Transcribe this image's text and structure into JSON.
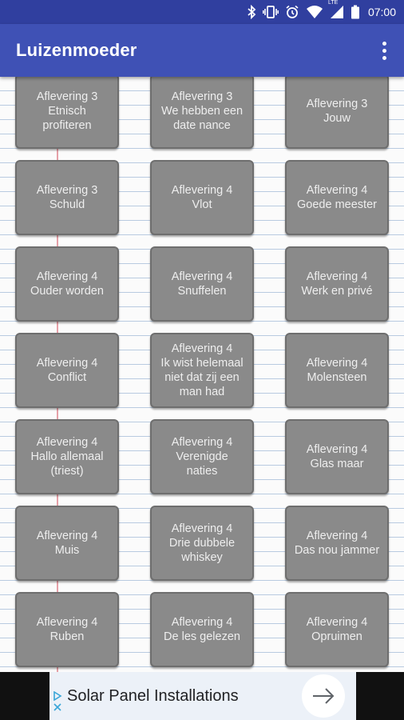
{
  "status_bar": {
    "time": "07:00",
    "network_label": "LTE",
    "icons": [
      "bluetooth-icon",
      "vibrate-icon",
      "alarm-icon",
      "wifi-icon",
      "signal-icon",
      "battery-icon"
    ]
  },
  "app_bar": {
    "title": "Luizenmoeder",
    "menu_icon": "more-vert-icon"
  },
  "episodes": [
    {
      "line1": "Aflevering 3",
      "line2": "Etnisch",
      "line3": "profiteren"
    },
    {
      "line1": "Aflevering 3",
      "line2": "We hebben een",
      "line3": "date nance"
    },
    {
      "line1": "Aflevering 3",
      "line2": "Jouw",
      "line3": ""
    },
    {
      "line1": "Aflevering 3",
      "line2": "Schuld",
      "line3": ""
    },
    {
      "line1": "Aflevering 4",
      "line2": "Vlot",
      "line3": ""
    },
    {
      "line1": "Aflevering 4",
      "line2": "Goede meester",
      "line3": ""
    },
    {
      "line1": "Aflevering 4",
      "line2": "Ouder worden",
      "line3": ""
    },
    {
      "line1": "Aflevering 4",
      "line2": "Snuffelen",
      "line3": ""
    },
    {
      "line1": "Aflevering 4",
      "line2": "Werk en privé",
      "line3": ""
    },
    {
      "line1": "Aflevering 4",
      "line2": "Conflict",
      "line3": ""
    },
    {
      "line1": "Aflevering 4",
      "line2": "Ik wist helemaal",
      "line3": "niet dat zij een",
      "line4": "man had"
    },
    {
      "line1": "Aflevering 4",
      "line2": "Molensteen",
      "line3": ""
    },
    {
      "line1": "Aflevering 4",
      "line2": "Hallo allemaal",
      "line3": "(triest)"
    },
    {
      "line1": "Aflevering 4",
      "line2": "Verenigde",
      "line3": "naties"
    },
    {
      "line1": "Aflevering 4",
      "line2": "Glas maar",
      "line3": ""
    },
    {
      "line1": "Aflevering 4",
      "line2": "Muis",
      "line3": ""
    },
    {
      "line1": "Aflevering 4",
      "line2": "Drie dubbele",
      "line3": "whiskey"
    },
    {
      "line1": "Aflevering 4",
      "line2": "Das nou jammer",
      "line3": ""
    },
    {
      "line1": "Aflevering 4",
      "line2": "Ruben",
      "line3": ""
    },
    {
      "line1": "Aflevering 4",
      "line2": "De les gelezen",
      "line3": ""
    },
    {
      "line1": "Aflevering 4",
      "line2": "Opruimen",
      "line3": ""
    }
  ],
  "ad": {
    "text": "Solar Panel Installations",
    "arrow_icon": "arrow-right-icon",
    "choices_icon": "adchoices-icon"
  },
  "colors": {
    "status_bar": "#303F9F",
    "app_bar": "#3F51B5",
    "tile": "#8a8a8a",
    "tile_text": "#eeeeee",
    "paper_line": "#b9cbe0",
    "margin_line": "#e6a0a8"
  }
}
